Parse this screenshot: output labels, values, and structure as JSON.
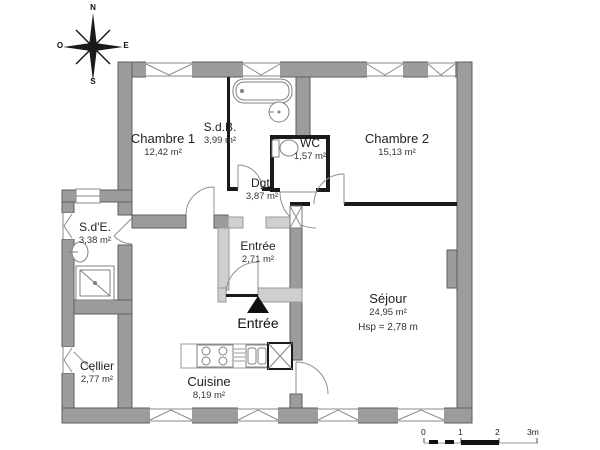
{
  "compass": {
    "north": "N",
    "east": "E",
    "south": "S",
    "west": "O"
  },
  "rooms": [
    {
      "id": "chambre1",
      "name": "Chambre 1",
      "area": "12,42 m²"
    },
    {
      "id": "sdb",
      "name": "S.d.B.",
      "area": "3,99 m²"
    },
    {
      "id": "wc",
      "name": "WC",
      "area": "1,57 m²"
    },
    {
      "id": "chambre2",
      "name": "Chambre 2",
      "area": "15,13 m²"
    },
    {
      "id": "dgt",
      "name": "Dgt.",
      "area": "3,87 m²"
    },
    {
      "id": "sde",
      "name": "S.d'E.",
      "area": "3,38 m²"
    },
    {
      "id": "entree",
      "name": "Entrée",
      "area": "2,71 m²"
    },
    {
      "id": "sejour",
      "name": "Séjour",
      "area": "24,95 m²",
      "ceiling_height": "Hsp = 2,78 m"
    },
    {
      "id": "cellier",
      "name": "Cellier",
      "area": "2,77 m²"
    },
    {
      "id": "cuisine",
      "name": "Cuisine",
      "area": "8,19 m²"
    }
  ],
  "entrance_label": "Entrée",
  "scale_bar": {
    "ticks": [
      "0",
      "1",
      "2",
      "3m"
    ]
  },
  "colors": {
    "exterior_wall": "#9c9c9c",
    "light_partition": "#cfcfcf",
    "black_wall": "#1a1a1a",
    "floor": "#ffffff",
    "text": "#2e2e2e"
  }
}
